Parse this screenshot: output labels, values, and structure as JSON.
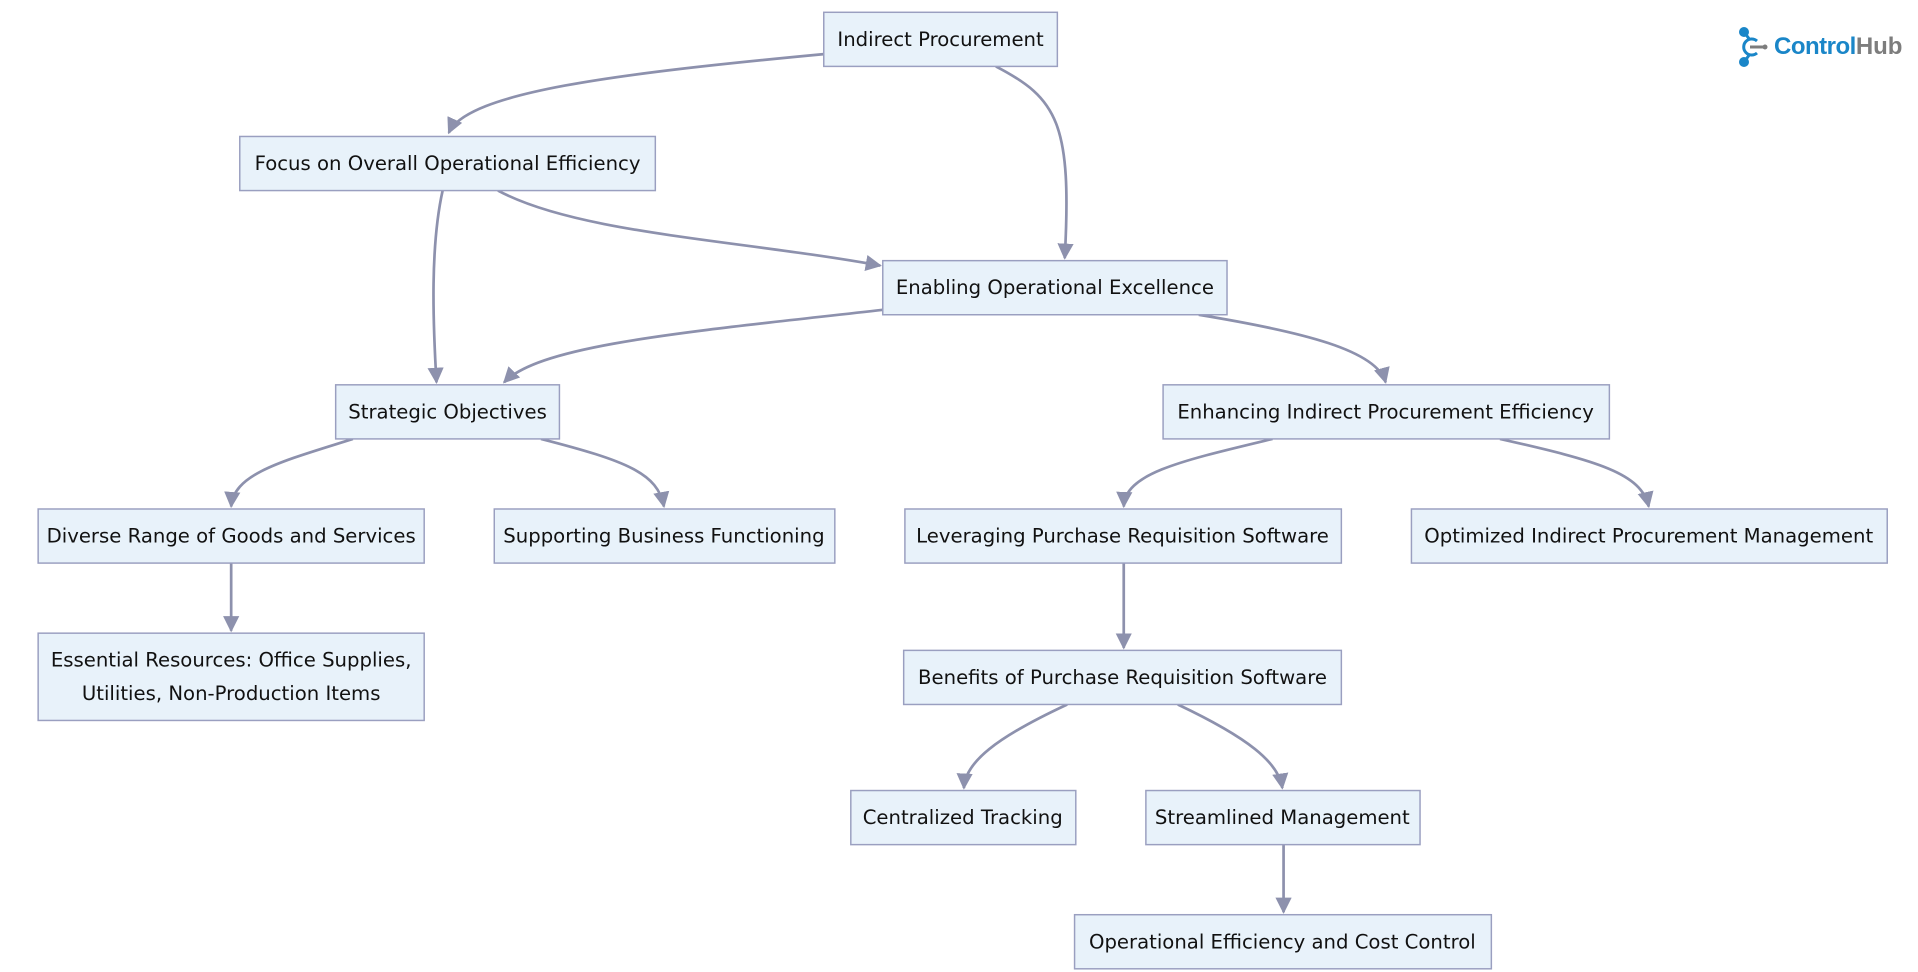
{
  "brand": {
    "part1": "Control",
    "part2": "Hub",
    "color_primary": "#1a86c8",
    "color_secondary": "#7d7d7d"
  },
  "nodes": {
    "n1": "Indirect Procurement",
    "n2": "Focus on Overall Operational Efficiency",
    "n3": "Enabling Operational Excellence",
    "n4": "Strategic Objectives",
    "n5": "Enhancing Indirect Procurement Efficiency",
    "n6": "Diverse Range of Goods and Services",
    "n7": "Supporting Business Functioning",
    "n8": "Leveraging Purchase Requisition Software",
    "n9": "Optimized Indirect Procurement Management",
    "n10a": "Essential Resources: Office Supplies,",
    "n10b": "Utilities, Non-Production Items",
    "n11": "Benefits of Purchase Requisition Software",
    "n12": "Centralized Tracking",
    "n13": "Streamlined Management",
    "n14": "Operational Efficiency and Cost Control"
  },
  "edges": [
    [
      "Indirect Procurement",
      "Focus on Overall Operational Efficiency"
    ],
    [
      "Indirect Procurement",
      "Enabling Operational Excellence"
    ],
    [
      "Focus on Overall Operational Efficiency",
      "Strategic Objectives"
    ],
    [
      "Focus on Overall Operational Efficiency",
      "Enabling Operational Excellence"
    ],
    [
      "Enabling Operational Excellence",
      "Strategic Objectives"
    ],
    [
      "Enabling Operational Excellence",
      "Enhancing Indirect Procurement Efficiency"
    ],
    [
      "Strategic Objectives",
      "Diverse Range of Goods and Services"
    ],
    [
      "Strategic Objectives",
      "Supporting Business Functioning"
    ],
    [
      "Enhancing Indirect Procurement Efficiency",
      "Leveraging Purchase Requisition Software"
    ],
    [
      "Enhancing Indirect Procurement Efficiency",
      "Optimized Indirect Procurement Management"
    ],
    [
      "Diverse Range of Goods and Services",
      "Essential Resources"
    ],
    [
      "Leveraging Purchase Requisition Software",
      "Benefits of Purchase Requisition Software"
    ],
    [
      "Benefits of Purchase Requisition Software",
      "Centralized Tracking"
    ],
    [
      "Benefits of Purchase Requisition Software",
      "Streamlined Management"
    ],
    [
      "Streamlined Management",
      "Operational Efficiency and Cost Control"
    ]
  ]
}
